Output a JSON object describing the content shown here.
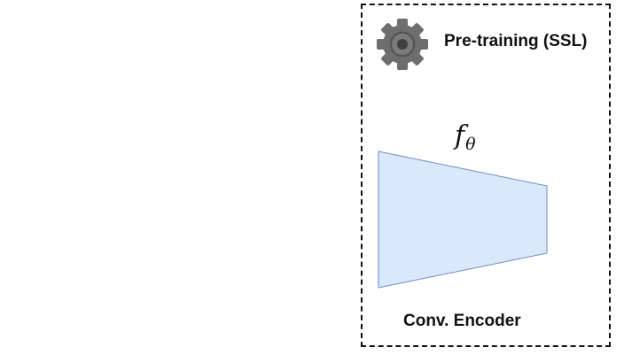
{
  "panel": {
    "title": "Pre-training (SSL)",
    "function_symbol": "f",
    "function_subscript": "θ",
    "caption": "Conv. Encoder",
    "icon": "gear-icon"
  },
  "colors": {
    "border": "#111111",
    "gear": "#6e6e6e",
    "encoder_fill": "#dae8fc",
    "encoder_stroke": "#6c8ebf",
    "text": "#111111"
  }
}
